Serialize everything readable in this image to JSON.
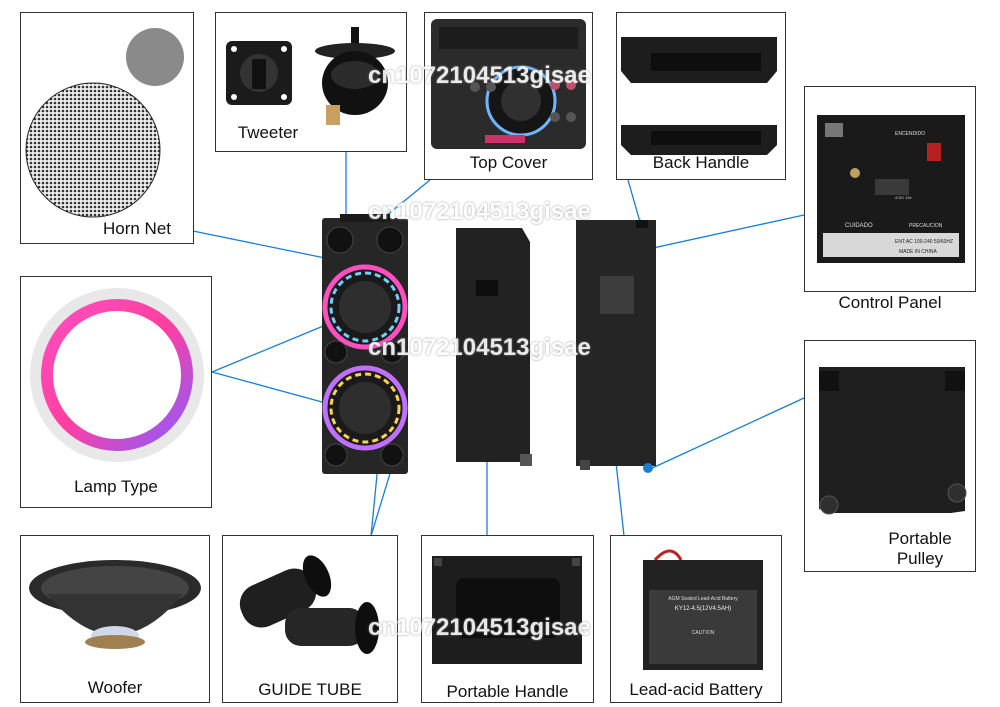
{
  "labels": {
    "horn_net": "Horn Net",
    "tweeter": "Tweeter",
    "top_cover": "Top Cover",
    "back_handle": "Back Handle",
    "control_panel": "Control Panel",
    "lamp_type": "Lamp Type",
    "portable_pulley": "Portable Pulley",
    "woofer": "Woofer",
    "guide_tube": "GUIDE TUBE",
    "portable_handle": "Portable Handle",
    "battery": "Lead-acid Battery"
  },
  "panel_text": {
    "encendido": "ENCENDIDO",
    "cuidado": "CUIDADO",
    "precaucion": "PRECAUCION",
    "entac": "ENT:AC 100-240 50/60HZ",
    "made_in": "MADE IN CHINA",
    "dc": "4 DC 12v"
  },
  "battery_text": {
    "brand": "AGM Sealed Lead-Acid Battery",
    "model": "KY12-4.5(12V4.5AH)",
    "caution": "CAUTION"
  },
  "watermark": "cn1072104513gisae",
  "colors": {
    "line": "#1a7fd4",
    "speaker": "#2a2a2a",
    "ring_a": "#ff3fb0",
    "ring_b": "#8a5cff"
  }
}
